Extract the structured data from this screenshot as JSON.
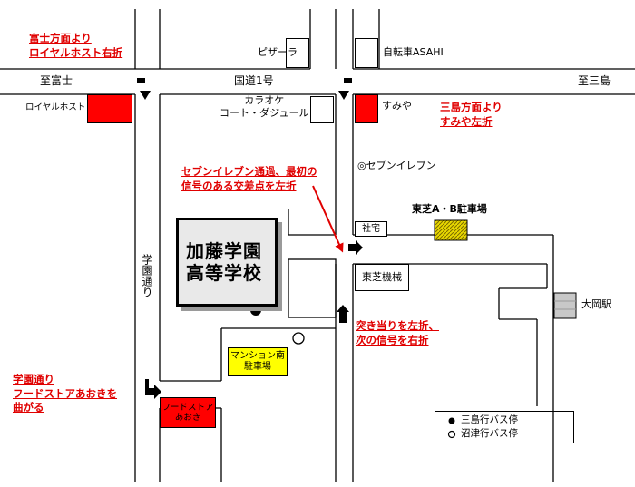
{
  "roads": {
    "top_left": "至富士",
    "route": "国道1号",
    "top_right": "至三島",
    "school_avenue": "学園通り"
  },
  "places": {
    "pizza": "ピザーラ",
    "bicycle": "自転車ASAHI",
    "karaoke": "カラオケ\nコート・ダジュール",
    "royal_host": "ロイヤルホスト",
    "sumiya": "すみや",
    "seven_eleven": "◎セブンイレブン",
    "toshiba_parking": "東芝A・B駐車場",
    "company_housing": "社宅",
    "toshiba_machinery": "東芝機械",
    "ooka_station": "大岡駅",
    "mansion_parking": "マンション南\n駐車場",
    "food_store": "フードストア\nあおき",
    "school_line1": "加藤学園",
    "school_line2": "高等学校"
  },
  "directions": {
    "from_fuji": "富士方面より\nロイヤルホスト右折",
    "from_mishima": "三島方面より\nすみや左折",
    "seven_eleven_route": "セブンイレブン通過、最初の\n信号のある交差点を左折",
    "dead_end": "突き当りを左折、\n次の信号を右折",
    "school_street": "学園通り\nフードストアあおきを\n曲がる"
  },
  "legend": {
    "mishima_bus": "三島行バス停",
    "numazu_bus": "沼津行バス停"
  },
  "colors": {
    "red_building": "#ff0000",
    "yellow_building": "#ffff00",
    "parking_hatch": "#c8b400",
    "station_gray": "#c8c8c8",
    "direction_text": "#e00000"
  },
  "icons": {
    "turn_arrow": "black-turn-arrow",
    "guide_arrow": "red-guide-arrow",
    "bus_stop_filled": "filled-circle",
    "bus_stop_open": "open-circle"
  }
}
